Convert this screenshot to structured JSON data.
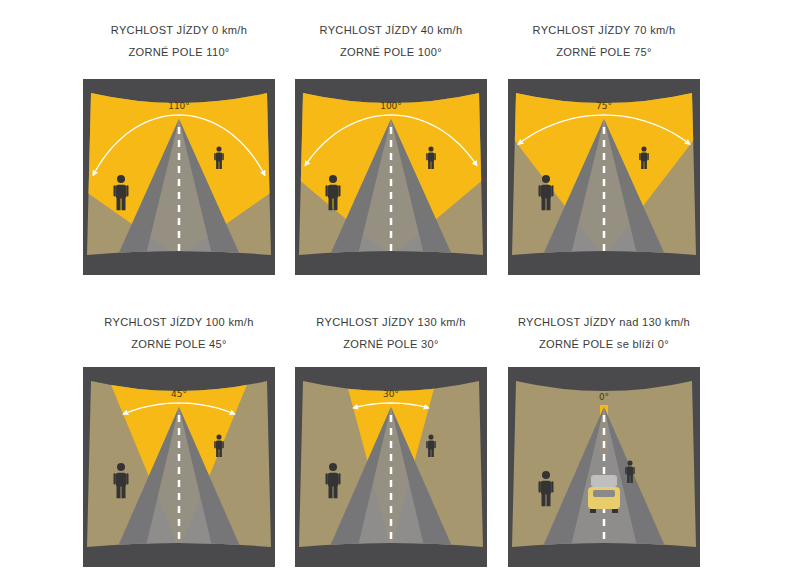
{
  "diagram": {
    "nodes": [
      {
        "text": [
          "RYCHLOST JÍZDY 0 km/h",
          "ZORNÉ POLE 110°",
          "110°"
        ]
      },
      {
        "text": [
          "RYCHLOST JÍZDY 40 km/h",
          "ZORNÉ POLE 100°",
          "100°"
        ]
      },
      {
        "text": [
          "RYCHLOST JÍZDY 70 km/h",
          "ZORNÉ POLE 75°",
          "75°"
        ]
      },
      {
        "text": [
          "RYCHLOST JÍZDY 100 km/h",
          "ZORNÉ POLE 45°",
          "45°"
        ]
      },
      {
        "text": [
          "RYCHLOST JÍZDY 130 km/h",
          "ZORNÉ POLE 30°",
          "30°"
        ]
      },
      {
        "text": [
          "RYCHLOST JÍZDY nad 130 km/h",
          "ZORNÉ POLE se blíží 0°",
          "0°"
        ]
      }
    ]
  }
}
